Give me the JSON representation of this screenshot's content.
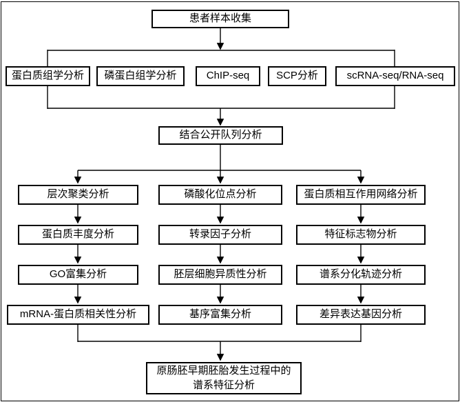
{
  "diagram": {
    "colors": {
      "background": "#ffffff",
      "line": "#000000",
      "box_border": "#000000",
      "text": "#000000"
    },
    "nodes": {
      "top": "患者样本收集",
      "methods": [
        "蛋白质组学分析",
        "磷蛋白组学分析",
        "ChIP-seq",
        "SCP分析",
        "scRNA-seq/RNA-seq"
      ],
      "cohort": "结合公开队列分析",
      "left_column": [
        "层次聚类分析",
        "蛋白质丰度分析",
        "GO富集分析",
        "mRNA-蛋白质相关性分析"
      ],
      "middle_column": [
        "磷酸化位点分析",
        "转录因子分析",
        "胚层细胞异质性分析",
        "基序富集分析"
      ],
      "right_column": [
        "蛋白质相互作用网络分析",
        "特征标志物分析",
        "谱系分化轨迹分析",
        "差异表达基因分析"
      ],
      "final_line1": "原肠胚早期胚胎发生过程中的",
      "final_line2": "谱系特征分析"
    }
  }
}
